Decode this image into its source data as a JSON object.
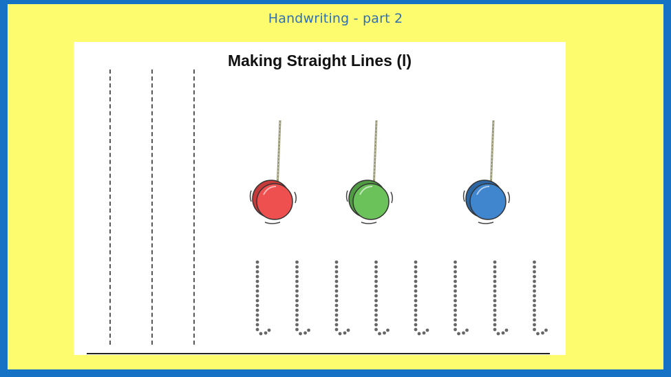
{
  "header": {
    "title": "Handwriting  - part 2"
  },
  "worksheet": {
    "title": "Making Straight Lines (l)",
    "yoyos": [
      {
        "color": "#ee4f4f",
        "shade": "#c73a3a",
        "icon": "yoyo-red-icon"
      },
      {
        "color": "#6cc25a",
        "shade": "#4f9a42",
        "icon": "yoyo-green-icon"
      },
      {
        "color": "#3f86cf",
        "shade": "#2d67a3",
        "icon": "yoyo-blue-icon"
      }
    ],
    "tracing_letters_count": 8,
    "guide_lines_count": 3
  },
  "colors": {
    "frame_border": "#1572c4",
    "frame_background": "#fdfb6e",
    "header_text": "#2f6fb3",
    "dots": "#666666"
  }
}
